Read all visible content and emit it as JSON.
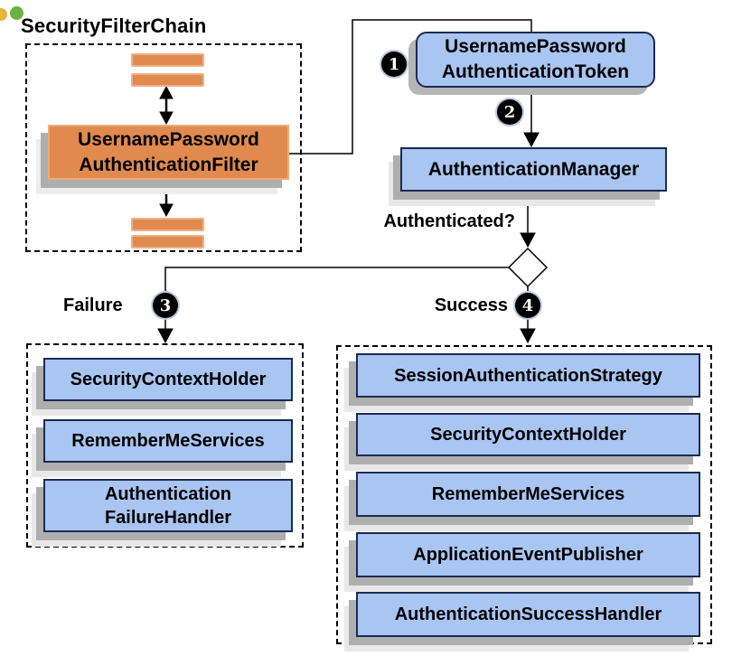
{
  "colors": {
    "orange_fill": "#e08a4f",
    "orange_border": "#f0b183",
    "blue_fill": "#a9c5f1",
    "blue_border": "#1b2b52",
    "shadow_gray": "#aeaeae",
    "dot_yellow": "#e8b43d",
    "dot_green": "#69b33e",
    "line_black": "#000000"
  },
  "header": {
    "title": "SecurityFilterChain"
  },
  "filter_chain": {
    "filter_line1": "UsernamePassword",
    "filter_line2": "AuthenticationFilter"
  },
  "flow": {
    "badge_1": "1",
    "badge_2": "2",
    "badge_3": "3",
    "badge_4": "4",
    "token_line1": "UsernamePassword",
    "token_line2": "AuthenticationToken",
    "manager_label": "AuthenticationManager",
    "decision_label": "Authenticated?",
    "failure_label": "Failure",
    "success_label": "Success"
  },
  "failure_branch": {
    "items": [
      "SecurityContextHolder",
      "RememberMeServices",
      "Authentication\nFailureHandler"
    ]
  },
  "success_branch": {
    "items": [
      "SessionAuthenticationStrategy",
      "SecurityContextHolder",
      "RememberMeServices",
      "ApplicationEventPublisher",
      "AuthenticationSuccessHandler"
    ]
  }
}
